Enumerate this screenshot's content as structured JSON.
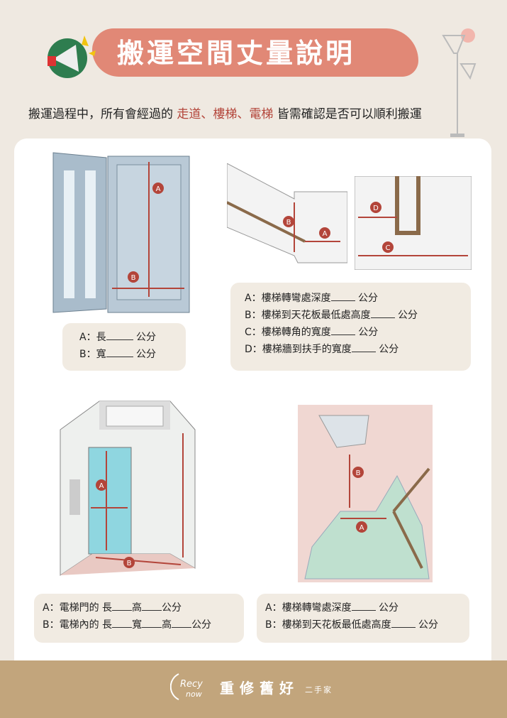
{
  "header": {
    "title": "搬運空間丈量說明",
    "subtitle_prefix": "搬運過程中，所有會經過的 ",
    "subtitle_highlight": "走道、樓梯、電梯",
    "subtitle_suffix": " 皆需確認是否可以順利搬運"
  },
  "colors": {
    "accent": "#e07f6c",
    "highlight": "#b3453a",
    "footer": "#c2a57c",
    "box": "#f1ebe2",
    "background": "#efe9e1"
  },
  "door": {
    "labels": [
      "A",
      "B"
    ],
    "lines": [
      {
        "pre": "A：長",
        "post": " 公分"
      },
      {
        "pre": "B：寬",
        "post": " 公分"
      }
    ]
  },
  "stair_turn": {
    "labels": [
      "A",
      "B",
      "C",
      "D"
    ],
    "lines": [
      {
        "pre": "A：樓梯轉彎處深度",
        "post": " 公分"
      },
      {
        "pre": "B：樓梯到天花板最低處高度",
        "post": " 公分"
      },
      {
        "pre": "C：樓梯轉角的寬度",
        "post": " 公分"
      },
      {
        "pre": "D：樓梯牆到扶手的寬度",
        "post": " 公分"
      }
    ]
  },
  "elevator": {
    "labels": [
      "A",
      "B"
    ],
    "lines": [
      {
        "p1": "A：電梯門的 長",
        "p2": "高",
        "p3": "公分"
      },
      {
        "p1": "B：電梯內的 長",
        "p2": "寬",
        "p3": "高",
        "p4": "公分"
      }
    ]
  },
  "stairs": {
    "labels": [
      "A",
      "B"
    ],
    "lines": [
      {
        "pre": "A：樓梯轉彎處深度",
        "post": " 公分"
      },
      {
        "pre": "B：樓梯到天花板最低處高度",
        "post": " 公分"
      }
    ]
  },
  "footer": {
    "logo_text": "Recy now",
    "brand": "重修舊好",
    "sub": "二手家"
  }
}
